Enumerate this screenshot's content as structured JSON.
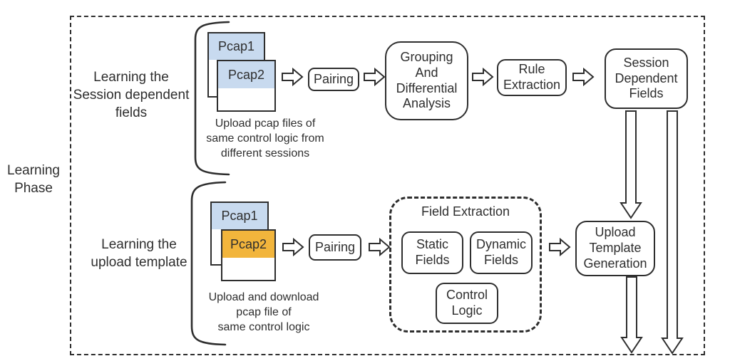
{
  "diagram": {
    "phase_label": "Learning\nPhase"
  },
  "top": {
    "label": "Learning the\nSession dependent\nfields",
    "pcap1_label": "Pcap1",
    "pcap2_label": "Pcap2",
    "caption": "Upload pcap files of\nsame control logic from\ndifferent sessions",
    "pairing_label": "Pairing",
    "grouping_label": "Grouping\nAnd\nDifferential\nAnalysis",
    "rule_extraction_label": "Rule\nExtraction",
    "session_fields_label": "Session\nDependent\nFields"
  },
  "bottom": {
    "label": "Learning the\nupload template",
    "pcap1_label": "Pcap1",
    "pcap2_label": "Pcap2",
    "caption": "Upload and download\npcap file of\nsame control logic",
    "pairing_label": "Pairing",
    "field_extraction_title": "Field Extraction",
    "static_label": "Static\nFields",
    "dynamic_label": "Dynamic\nFields",
    "control_label": "Control\nLogic",
    "utg_label": "Upload\nTemplate\nGeneration"
  },
  "colors": {
    "pcap_blue": "#C8DAEF",
    "pcap_orange": "#F2B53C",
    "stroke": "#2E2E2E",
    "background": "#FFFFFF"
  }
}
